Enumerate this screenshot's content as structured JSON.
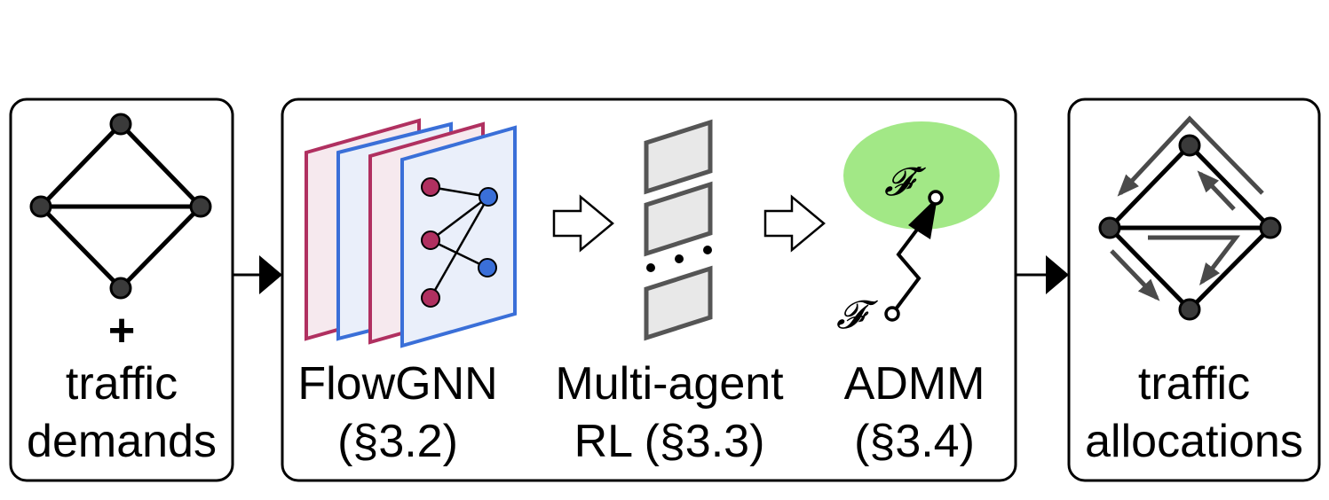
{
  "input": {
    "plus": "+",
    "line1": "traffic",
    "line2": "demands"
  },
  "pipeline": {
    "flowgnn": {
      "name": "FlowGNN",
      "section": "(§3.2)"
    },
    "marl": {
      "name": "Multi-agent",
      "section": "RL (§3.3)"
    },
    "admm": {
      "name": "ADMM",
      "section": "(§3.4)",
      "start_symbol": "𝓕",
      "end_symbol": "𝓕′"
    }
  },
  "output": {
    "line1": "traffic",
    "line2": "allocations"
  },
  "colors": {
    "node_fill": "#3a3a3a",
    "gnn_red": "#b03060",
    "gnn_blue": "#3a6fd8",
    "red_layer_fill": "#f6e9ee",
    "blue_layer_fill": "#eaeffa",
    "agent_fill": "#e8e8e8",
    "agent_stroke": "#555555",
    "feasible_region": "#a2e886",
    "flow_arrow": "#4a4a4a"
  }
}
